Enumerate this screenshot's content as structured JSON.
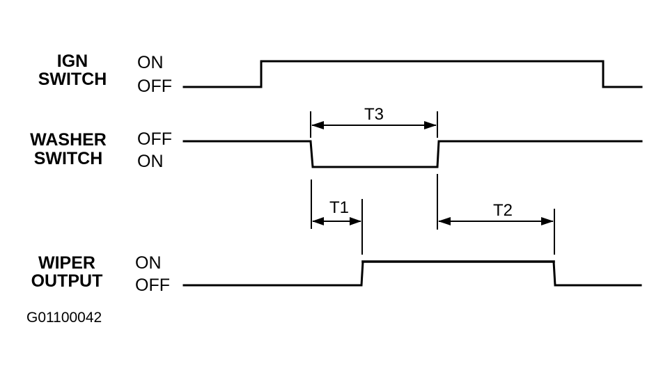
{
  "signals": [
    {
      "name_line1": "IGN",
      "name_line2": "SWITCH",
      "state_upper": "ON",
      "state_lower": "OFF"
    },
    {
      "name_line1": "WASHER",
      "name_line2": "SWITCH",
      "state_upper": "OFF",
      "state_lower": "ON"
    },
    {
      "name_line1": "WIPER",
      "name_line2": "OUTPUT",
      "state_upper": "ON",
      "state_lower": "OFF"
    }
  ],
  "timings": {
    "t3": "T3",
    "t1": "T1",
    "t2": "T2"
  },
  "figure_id": "G01100042"
}
